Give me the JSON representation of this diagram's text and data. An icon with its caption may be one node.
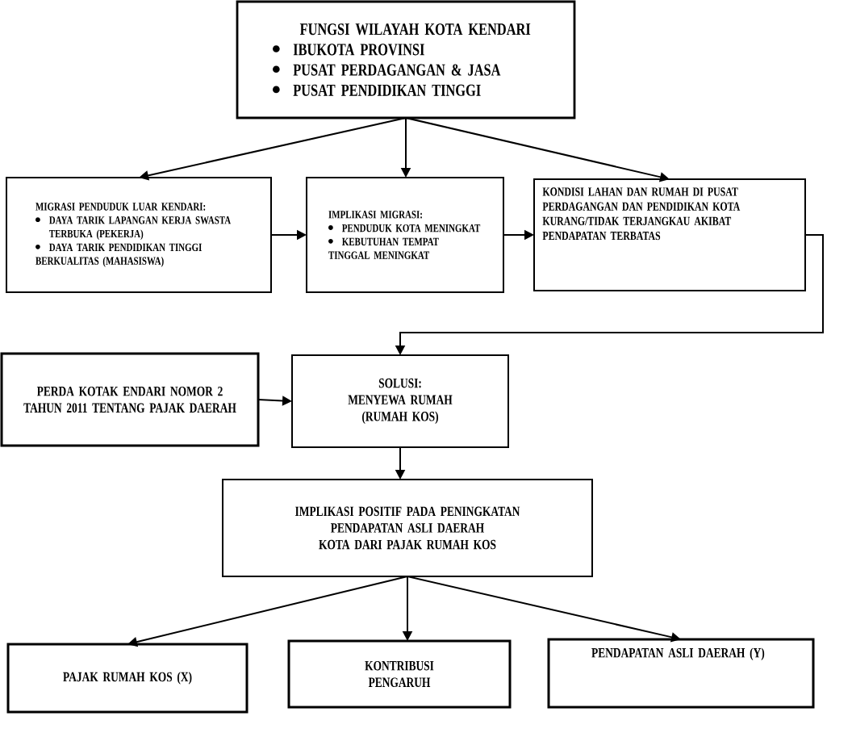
{
  "diagram": {
    "nodes": [
      {
        "text": [
          "FUNGSI  WILAYAH KOTA KENDARI",
          "IBUKOTA PROVINSI",
          "PUSAT PERDAGANGAN & JASA",
          "PUSAT PENDIDIKAN TINGGI"
        ]
      },
      {
        "text": [
          "MIGRASI PENDUDUK LUAR KENDARI:",
          "DAYA TARIK LAPANGAN KERJA SWASTA TERBUKA (PEKERJA)",
          "DAYA TARIK PENDIDIKAN TINGGI BERKUALITAS (MAHASISWA)"
        ]
      },
      {
        "text": [
          "IMPLIKASI MIGRASI:",
          "PENDUDUK KOTA MENINGKAT",
          "KEBUTUHAN TEMPAT TINGGAL MENINGKAT"
        ]
      },
      {
        "text": [
          "KONDISI LAHAN DAN RUMAH DI PUSAT PERDAGANGAN DAN PENDIDIKAN KOTA KURANG/TIDAK TERJANGKAU AKIBAT PENDAPATAN TERBATAS"
        ]
      },
      {
        "text": [
          "PERDA KOTAK ENDARI NOMOR 2 TAHUN 2011 TENTANG PAJAK DAERAH"
        ]
      },
      {
        "text": [
          "SOLUSI:",
          "MENYEWA RUMAH (RUMAH KOS)"
        ]
      },
      {
        "text": [
          "IMPLIKASI POSITIF PADA PENINGKATAN PENDAPATAN ASLI DAERAH KOTA DARI PAJAK RUMAH KOS"
        ]
      },
      {
        "text": [
          "PAJAK RUMAH KOS (X)"
        ]
      },
      {
        "text": [
          "KONTRIBUSI PENGARUH"
        ]
      },
      {
        "text": [
          "PENDAPATAN ASLI DAERAH (Y)"
        ]
      }
    ],
    "edges": [
      {
        "from": 0,
        "to": 1,
        "arrow": "to"
      },
      {
        "from": 0,
        "to": 2,
        "arrow": "to"
      },
      {
        "from": 0,
        "to": 3,
        "arrow": "to"
      },
      {
        "from": 1,
        "to": 2,
        "arrow": "to"
      },
      {
        "from": 2,
        "to": 3,
        "arrow": "to"
      },
      {
        "from": 3,
        "to": 5,
        "arrow": "to"
      },
      {
        "from": 4,
        "to": 5,
        "arrow": "to"
      },
      {
        "from": 5,
        "to": 6,
        "arrow": "to"
      },
      {
        "from": 6,
        "to": 7,
        "arrow": "to"
      },
      {
        "from": 6,
        "to": 8,
        "arrow": "to"
      },
      {
        "from": 6,
        "to": 9,
        "arrow": "to"
      }
    ]
  }
}
